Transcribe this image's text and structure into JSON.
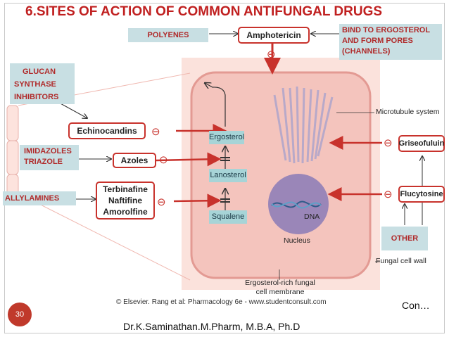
{
  "title": "6.SITES OF ACTION OF COMMON ANTIFUNGAL DRUGS",
  "categories": {
    "polyenes": "POLYENES",
    "glucan": [
      "GLUCAN",
      "SYNTHASE",
      "INHIBITORS"
    ],
    "imidazoles": [
      "IMIDAZOLES",
      "TRIAZOLE"
    ],
    "allylamines": "ALLYLAMINES",
    "other": "OTHER",
    "bind_note": [
      "BIND TO ERGOSTEROL",
      "AND FORM PORES",
      "(CHANNELS)"
    ]
  },
  "drugs": {
    "amphotericin": "Amphotericin",
    "echinocandins": "Echinocandins",
    "azoles": "Azoles",
    "allylamine_group": [
      "Terbinafine",
      "Naftifine",
      "Amorolfine"
    ],
    "griseofulvin": "Griseofuluin",
    "flucytosine": "Flucytosine"
  },
  "pathway": {
    "ergosterol": "Ergosterol",
    "lanosterol": "Lanosterol",
    "squalene": "Squalene"
  },
  "cell": {
    "microtubule": "Microtubule system",
    "dna": "DNA",
    "nucleus": "Nucleus",
    "fungal_wall": "Fungal cell wall",
    "membrane": [
      "Ergosterol-rich fungal",
      "cell membrane"
    ]
  },
  "inhibit_symbol": "⊖",
  "copyright": "© Elsevier. Rang et al: Pharmacology 6e - www.studentconsult.com",
  "slide_number": "30",
  "continued": "Con…",
  "author": "Dr.K.Saminathan.M.Pharm, M.B.A, Ph.D",
  "colors": {
    "title": "#c01f1f",
    "label_box": "#c8dfe3",
    "label_text": "#b02a2a",
    "cell": "#f4c4bd",
    "cell_outer": "#fbe2dc",
    "drug_border": "#c8322c",
    "pathway_box": "#a7d4d7",
    "nucleus": "#9a86b8"
  }
}
